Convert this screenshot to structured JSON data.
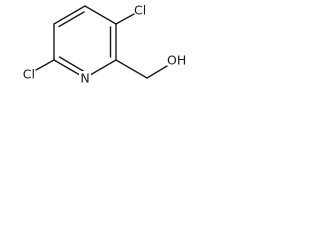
{
  "molecule": {
    "atoms": {
      "cl_top": "Cl",
      "cl_left": "Cl",
      "n_ring": "N",
      "oh": "OH"
    }
  }
}
